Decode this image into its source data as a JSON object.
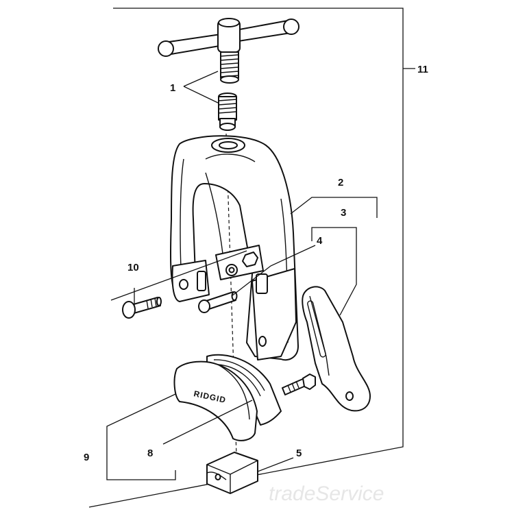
{
  "callouts": {
    "c1": "1",
    "c2": "2",
    "c3": "3",
    "c4": "4",
    "c5": "5",
    "c8": "8",
    "c9": "9",
    "c10": "10",
    "c11": "11"
  },
  "brand_text": "RIDGID",
  "watermark": "tradeService"
}
